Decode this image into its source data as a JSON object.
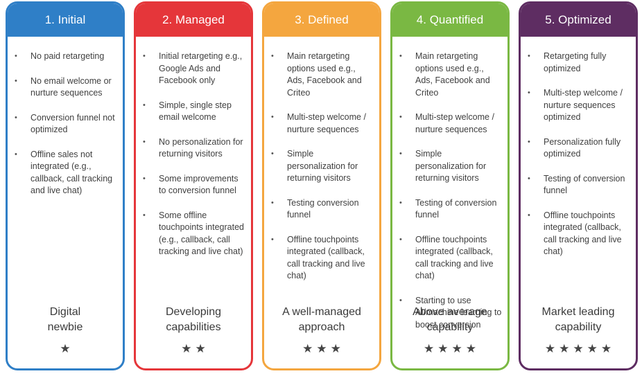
{
  "stages": [
    {
      "title": "1. Initial",
      "color": "#2f7fc7",
      "items": [
        "No paid retargeting",
        "No email welcome or nurture sequences",
        "Conversion funnel not optimized",
        "Offline sales not integrated (e.g., callback, call tracking and live chat)"
      ],
      "label_line1": "Digital",
      "label_line2": "newbie",
      "stars": "★",
      "rating": 1
    },
    {
      "title": "2. Managed",
      "color": "#e5363a",
      "items": [
        "Initial retargeting e.g., Google Ads and Facebook only",
        "Simple, single step email welcome",
        "No personalization for returning visitors",
        "Some improvements to conversion funnel",
        "Some offline touchpoints integrated (e.g., callback, call tracking and live chat)"
      ],
      "label_line1": "Developing",
      "label_line2": "capabilities",
      "stars": "★★",
      "rating": 2
    },
    {
      "title": "3. Defined",
      "color": "#f4a63f",
      "items": [
        "Main retargeting options used e.g., Ads, Facebook and Criteo",
        "Multi-step welcome / nurture sequences",
        "Simple personalization for returning visitors",
        "Testing conversion funnel",
        "Offline touchpoints integrated (callback, call tracking and live chat)"
      ],
      "label_line1": "A well-managed",
      "label_line2": "approach",
      "stars": "★★★",
      "rating": 3
    },
    {
      "title": "4. Quantified",
      "color": "#7ab843",
      "items": [
        "Main retargeting options used e.g., Ads, Facebook and Criteo",
        "Multi-step welcome / nurture sequences",
        "Simple personalization for returning visitors",
        "Testing of conversion funnel",
        "Offline touchpoints integrated (callback, call tracking and live chat)",
        "Starting to use AI/machine learning to boost conversion"
      ],
      "label_line1": "Above average",
      "label_line2": "capability",
      "stars": "★★★★",
      "rating": 4
    },
    {
      "title": "5. Optimized",
      "color": "#5e2d62",
      "items": [
        "Retargeting fully optimized",
        "Multi-step welcome / nurture sequences optimized",
        "Personalization fully optimized",
        "Testing of conversion funnel",
        "Offline touchpoints integrated (callback, call tracking and live chat)"
      ],
      "label_line1": "Market leading",
      "label_line2": "capability",
      "stars": "★★★★★",
      "rating": 5
    }
  ]
}
